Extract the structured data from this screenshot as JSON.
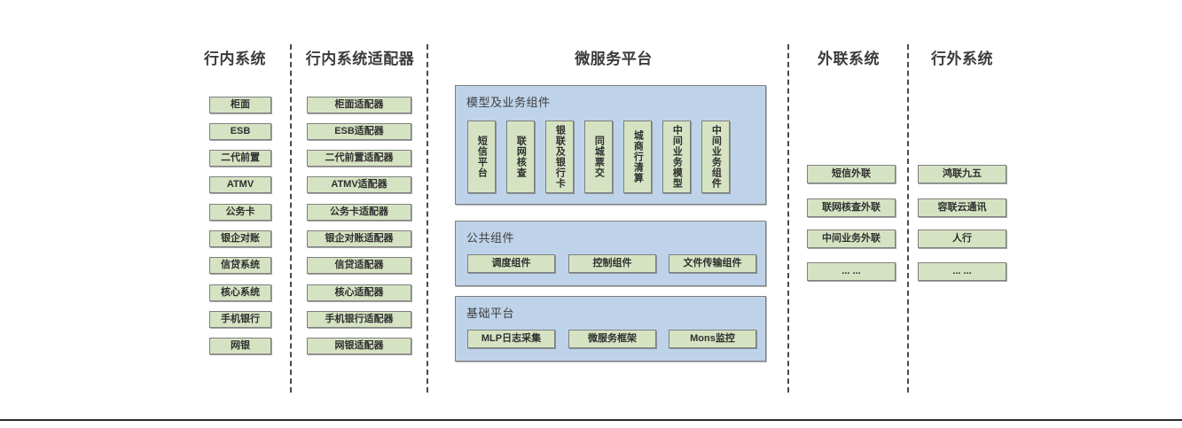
{
  "diagram": {
    "title_hidden": "",
    "colors": {
      "node_fill": "#d6e3c3",
      "node_border": "#7f7f7f",
      "panel_fill": "#bed3e9",
      "panel_border": "#7f7f7f",
      "divider": "#4a4a4a",
      "heading_text": "#3b3b3b"
    }
  },
  "columns": {
    "internal_systems": {
      "title": "行内系统",
      "items": [
        "柜面",
        "ESB",
        "二代前置",
        "ATMV",
        "公务卡",
        "银企对账",
        "信贷系统",
        "核心系统",
        "手机银行",
        "网银"
      ]
    },
    "internal_adapters": {
      "title": "行内系统适配器",
      "items": [
        "柜面适配器",
        "ESB适配器",
        "二代前置适配器",
        "ATMV适配器",
        "公务卡适配器",
        "银企对账适配器",
        "信贷适配器",
        "核心适配器",
        "手机银行适配器",
        "网银适配器"
      ]
    },
    "microservice_platform": {
      "title": "微服务平台",
      "panels": [
        {
          "label": "模型及业务组件",
          "items": [
            "短信平台",
            "联网核查",
            "银联及银行卡",
            "同城票交",
            "城商行清算",
            "中间业务模型",
            "中间业务组件"
          ]
        },
        {
          "label": "公共组件",
          "items": [
            "调度组件",
            "控制组件",
            "文件传输组件"
          ]
        },
        {
          "label": "基础平台",
          "items": [
            "MLP日志采集",
            "微服务框架",
            "Mons监控"
          ]
        }
      ]
    },
    "external_link_systems": {
      "title": "外联系统",
      "items": [
        "短信外联",
        "联网核查外联",
        "中间业务外联",
        "... ..."
      ]
    },
    "outside_systems": {
      "title": "行外系统",
      "items": [
        "鸿联九五",
        "容联云通讯",
        "人行",
        "... ..."
      ]
    }
  }
}
